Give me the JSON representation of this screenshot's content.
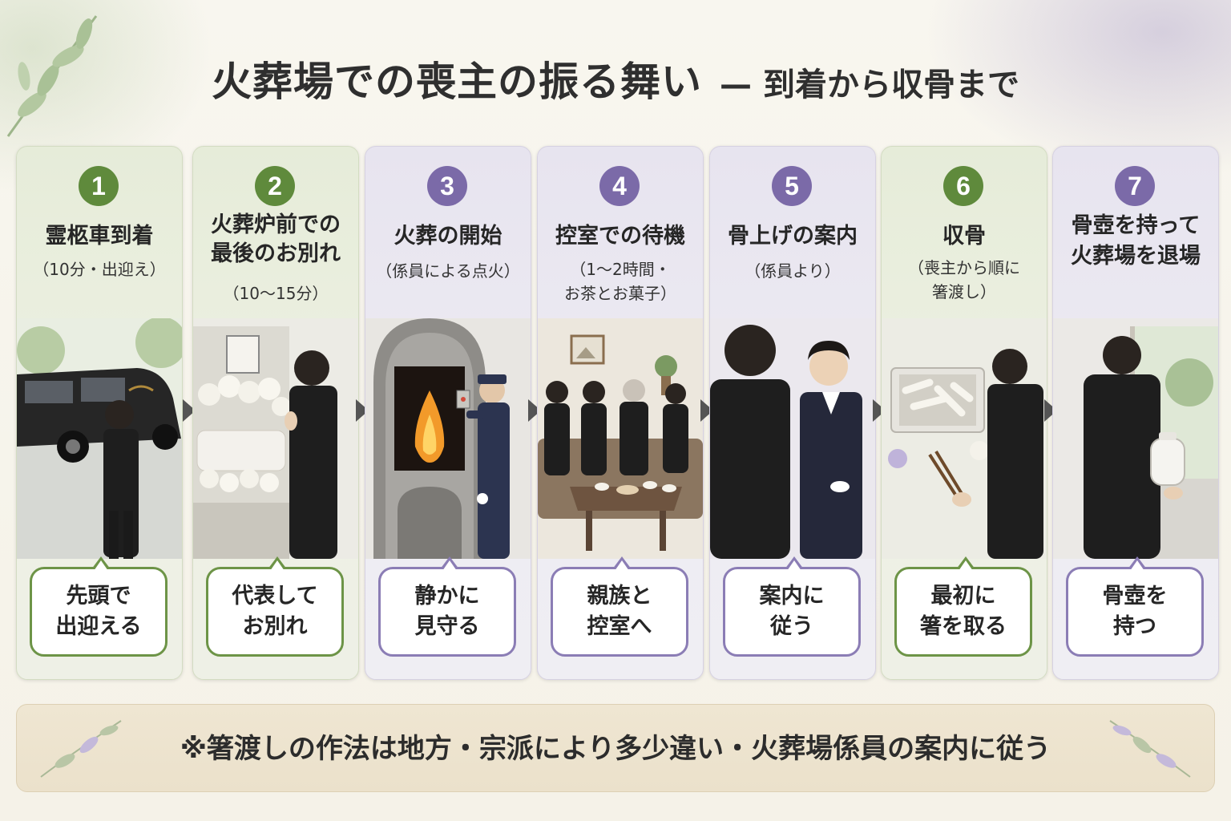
{
  "title": {
    "main": "火葬場での喪主の振る舞い",
    "dash": "—",
    "sub": "到着から収骨まで"
  },
  "steps": [
    {
      "number": "1",
      "title_lines": [
        "霊柩車到着"
      ],
      "sub_lines": [
        "（10分・出迎え）"
      ],
      "bubble_lines": [
        "先頭で",
        "出迎える"
      ],
      "theme": "green"
    },
    {
      "number": "2",
      "title_lines": [
        "火葬炉前での",
        "最後のお別れ"
      ],
      "sub_lines": [
        "（10〜15分）"
      ],
      "bubble_lines": [
        "代表して",
        "お別れ"
      ],
      "theme": "green"
    },
    {
      "number": "3",
      "title_lines": [
        "火葬の開始"
      ],
      "sub_lines": [
        "（係員による点火）"
      ],
      "bubble_lines": [
        "静かに",
        "見守る"
      ],
      "theme": "purple"
    },
    {
      "number": "4",
      "title_lines": [
        "控室での待機"
      ],
      "sub_lines": [
        "（1〜2時間・",
        "お茶とお菓子）"
      ],
      "bubble_lines": [
        "親族と",
        "控室へ"
      ],
      "theme": "purple"
    },
    {
      "number": "5",
      "title_lines": [
        "骨上げの案内"
      ],
      "sub_lines": [
        "（係員より）"
      ],
      "bubble_lines": [
        "案内に",
        "従う"
      ],
      "theme": "purple"
    },
    {
      "number": "6",
      "title_lines": [
        "収骨"
      ],
      "sub_lines": [
        "（喪主から順に",
        "箸渡し）"
      ],
      "bubble_lines": [
        "最初に",
        "箸を取る"
      ],
      "theme": "green"
    },
    {
      "number": "7",
      "title_lines": [
        "骨壺を持って",
        "火葬場を退場"
      ],
      "sub_lines": [],
      "bubble_lines": [
        "骨壺を",
        "持つ"
      ],
      "theme": "purple"
    }
  ],
  "note": "※箸渡しの作法は地方・宗派により多少違い・火葬場係員の案内に従う",
  "colors": {
    "green_badge": "#5f8a3c",
    "purple_badge": "#7b6aa8",
    "green_border": "#6d9447",
    "purple_border": "#8b7db5",
    "note_bg": "#efe6d2"
  }
}
